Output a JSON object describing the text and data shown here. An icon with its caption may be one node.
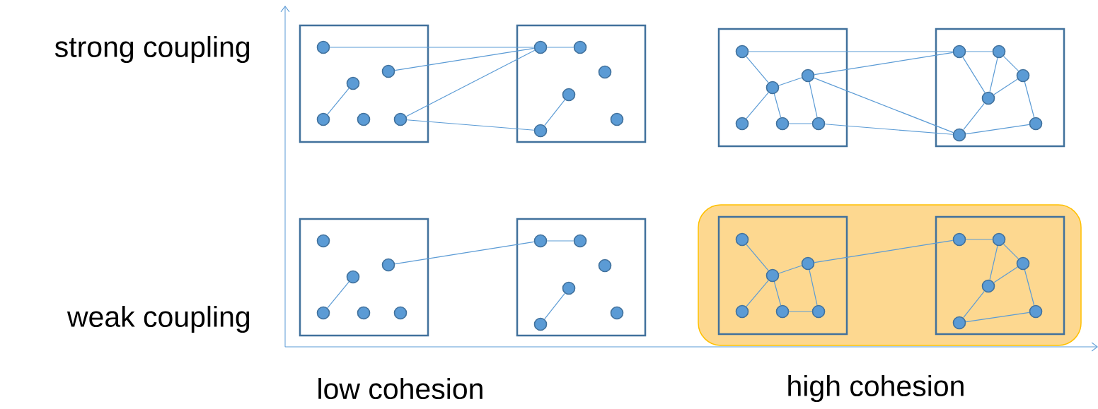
{
  "diagram": {
    "nodes": [
      {
        "text": [],
        "shape": "box"
      },
      {
        "text": [],
        "shape": "circle",
        "in": 0
      },
      {
        "text": [],
        "shape": "circle",
        "in": 0
      },
      {
        "text": [],
        "shape": "circle",
        "in": 0
      },
      {
        "text": [],
        "shape": "circle",
        "in": 0
      },
      {
        "text": [],
        "shape": "circle",
        "in": 0
      },
      {
        "text": [],
        "shape": "circle",
        "in": 0
      },
      {
        "text": [],
        "shape": "box"
      },
      {
        "text": [],
        "shape": "circle",
        "in": 7
      },
      {
        "text": [],
        "shape": "circle",
        "in": 7
      },
      {
        "text": [],
        "shape": "circle",
        "in": 7
      },
      {
        "text": [],
        "shape": "circle",
        "in": 7
      },
      {
        "text": [],
        "shape": "circle",
        "in": 7
      },
      {
        "text": [],
        "shape": "circle",
        "in": 7
      },
      {
        "text": [],
        "shape": "box"
      },
      {
        "text": [],
        "shape": "circle",
        "in": 14
      },
      {
        "text": [],
        "shape": "circle",
        "in": 14
      },
      {
        "text": [],
        "shape": "circle",
        "in": 14
      },
      {
        "text": [],
        "shape": "circle",
        "in": 14
      },
      {
        "text": [],
        "shape": "circle",
        "in": 14
      },
      {
        "text": [],
        "shape": "circle",
        "in": 14
      },
      {
        "text": [],
        "shape": "box"
      },
      {
        "text": [],
        "shape": "circle",
        "in": 21
      },
      {
        "text": [],
        "shape": "circle",
        "in": 21
      },
      {
        "text": [],
        "shape": "circle",
        "in": 21
      },
      {
        "text": [],
        "shape": "circle",
        "in": 21
      },
      {
        "text": [],
        "shape": "circle",
        "in": 21
      },
      {
        "text": [],
        "shape": "circle",
        "in": 21
      },
      {
        "text": [],
        "shape": "box"
      },
      {
        "text": [],
        "shape": "circle",
        "in": 28
      },
      {
        "text": [],
        "shape": "circle",
        "in": 28
      },
      {
        "text": [],
        "shape": "circle",
        "in": 28
      },
      {
        "text": [],
        "shape": "circle",
        "in": 28
      },
      {
        "text": [],
        "shape": "circle",
        "in": 28
      },
      {
        "text": [],
        "shape": "circle",
        "in": 28
      },
      {
        "text": [],
        "shape": "box"
      },
      {
        "text": [],
        "shape": "circle",
        "in": 35
      },
      {
        "text": [],
        "shape": "circle",
        "in": 35
      },
      {
        "text": [],
        "shape": "circle",
        "in": 35
      },
      {
        "text": [],
        "shape": "circle",
        "in": 35
      },
      {
        "text": [],
        "shape": "circle",
        "in": 35
      },
      {
        "text": [],
        "shape": "circle",
        "in": 35
      },
      {
        "text": [],
        "shape": "band"
      },
      {
        "text": [],
        "shape": "box",
        "in": 42
      },
      {
        "text": [],
        "shape": "circle",
        "in": 43
      },
      {
        "text": [],
        "shape": "circle",
        "in": 43
      },
      {
        "text": [],
        "shape": "circle",
        "in": 43
      },
      {
        "text": [],
        "shape": "circle",
        "in": 43
      },
      {
        "text": [],
        "shape": "circle",
        "in": 43
      },
      {
        "text": [],
        "shape": "circle",
        "in": 43
      },
      {
        "text": [],
        "shape": "box",
        "in": 42
      },
      {
        "text": [],
        "shape": "circle",
        "in": 50
      },
      {
        "text": [],
        "shape": "circle",
        "in": 50
      },
      {
        "text": [],
        "shape": "circle",
        "in": 50
      },
      {
        "text": [],
        "shape": "circle",
        "in": 50
      },
      {
        "text": [],
        "shape": "circle",
        "in": 50
      },
      {
        "text": [],
        "shape": "circle",
        "in": 50
      }
    ],
    "edges": [
      {
        "from": 4,
        "to": 3,
        "arrow": "none"
      },
      {
        "from": 1,
        "to": 8,
        "arrow": "none"
      },
      {
        "from": 2,
        "to": 8,
        "arrow": "none"
      },
      {
        "from": 6,
        "to": 8,
        "arrow": "none"
      },
      {
        "from": 6,
        "to": 12,
        "arrow": "none"
      },
      {
        "from": 8,
        "to": 9,
        "arrow": "none"
      },
      {
        "from": 12,
        "to": 11,
        "arrow": "none"
      },
      {
        "from": 15,
        "to": 16,
        "arrow": "none"
      },
      {
        "from": 16,
        "to": 17,
        "arrow": "none"
      },
      {
        "from": 16,
        "to": 18,
        "arrow": "none"
      },
      {
        "from": 16,
        "to": 19,
        "arrow": "none"
      },
      {
        "from": 19,
        "to": 20,
        "arrow": "none"
      },
      {
        "from": 17,
        "to": 20,
        "arrow": "none"
      },
      {
        "from": 15,
        "to": 22,
        "arrow": "none"
      },
      {
        "from": 17,
        "to": 22,
        "arrow": "none"
      },
      {
        "from": 17,
        "to": 27,
        "arrow": "none"
      },
      {
        "from": 20,
        "to": 27,
        "arrow": "none"
      },
      {
        "from": 22,
        "to": 23,
        "arrow": "none"
      },
      {
        "from": 22,
        "to": 25,
        "arrow": "none"
      },
      {
        "from": 23,
        "to": 25,
        "arrow": "none"
      },
      {
        "from": 23,
        "to": 24,
        "arrow": "none"
      },
      {
        "from": 24,
        "to": 25,
        "arrow": "none"
      },
      {
        "from": 25,
        "to": 27,
        "arrow": "none"
      },
      {
        "from": 24,
        "to": 26,
        "arrow": "none"
      },
      {
        "from": 26,
        "to": 27,
        "arrow": "none"
      },
      {
        "from": 32,
        "to": 31,
        "arrow": "none"
      },
      {
        "from": 30,
        "to": 36,
        "arrow": "none"
      },
      {
        "from": 36,
        "to": 37,
        "arrow": "none"
      },
      {
        "from": 40,
        "to": 39,
        "arrow": "none"
      },
      {
        "from": 44,
        "to": 45,
        "arrow": "none"
      },
      {
        "from": 45,
        "to": 46,
        "arrow": "none"
      },
      {
        "from": 45,
        "to": 47,
        "arrow": "none"
      },
      {
        "from": 45,
        "to": 48,
        "arrow": "none"
      },
      {
        "from": 48,
        "to": 49,
        "arrow": "none"
      },
      {
        "from": 46,
        "to": 49,
        "arrow": "none"
      },
      {
        "from": 46,
        "to": 51,
        "arrow": "none"
      },
      {
        "from": 51,
        "to": 52,
        "arrow": "none"
      },
      {
        "from": 52,
        "to": 54,
        "arrow": "none"
      },
      {
        "from": 52,
        "to": 53,
        "arrow": "none"
      },
      {
        "from": 53,
        "to": 54,
        "arrow": "none"
      },
      {
        "from": 54,
        "to": 56,
        "arrow": "none"
      },
      {
        "from": 53,
        "to": 55,
        "arrow": "none"
      },
      {
        "from": 55,
        "to": 56,
        "arrow": "none"
      }
    ],
    "labels": [
      "strong coupling",
      "weak coupling",
      "low cohesion",
      "high cohesion"
    ]
  }
}
